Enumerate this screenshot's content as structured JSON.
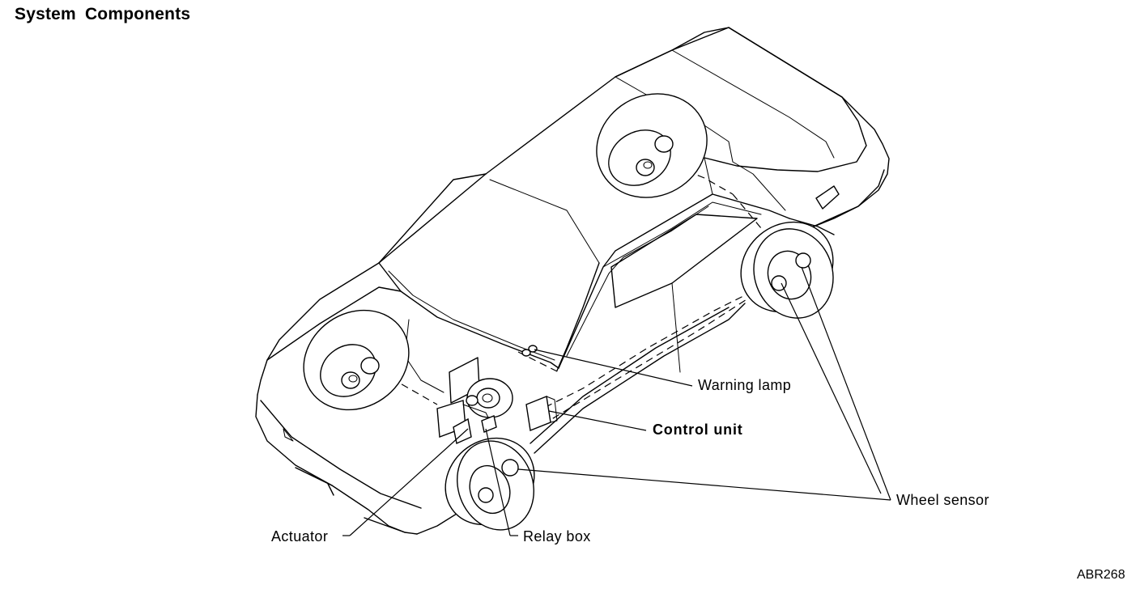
{
  "title": "System Components",
  "labels": {
    "warning_lamp": "Warning lamp",
    "control_unit": "Control unit",
    "wheel_sensor": "Wheel sensor",
    "actuator": "Actuator",
    "relay_box": "Relay box"
  },
  "figure_code": "ABR268"
}
